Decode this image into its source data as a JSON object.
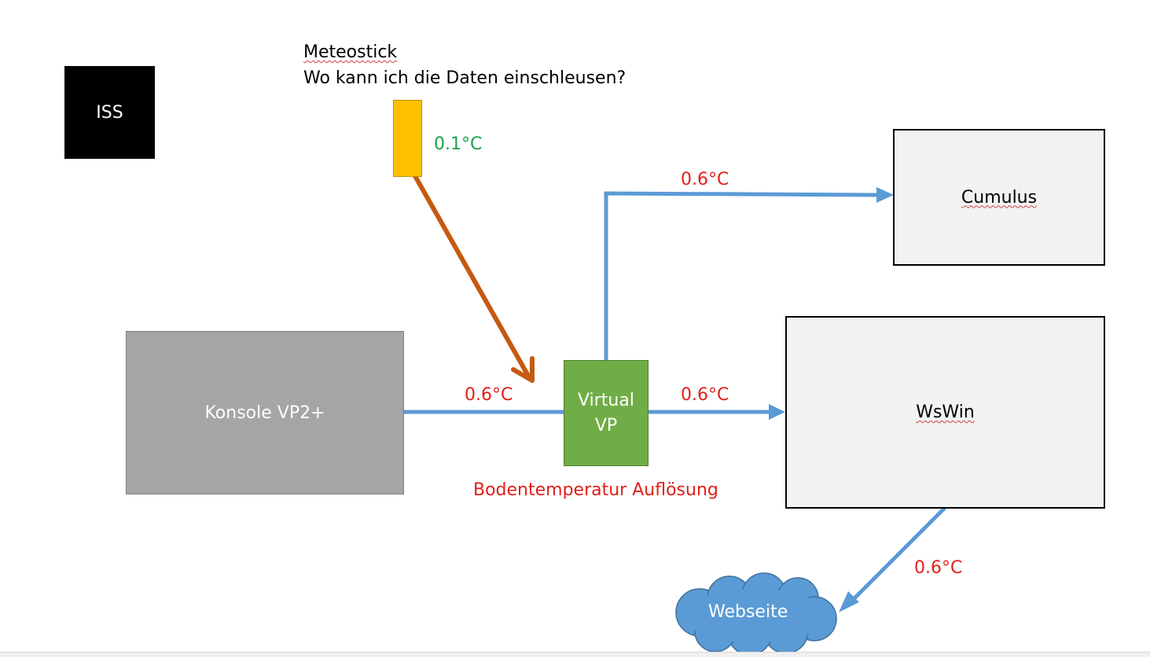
{
  "colors": {
    "connector_blue": "#5b9bd5",
    "meteostick_arrow": "#c55a11",
    "label_red": "#e0201a",
    "label_green": "#1aa14a",
    "iss_fill": "#000000",
    "konsole_fill": "#a5a5a5",
    "virtual_vp_fill": "#70ad47",
    "sensor_fill": "#ffc000",
    "app_box_fill": "#f2f2f2",
    "cloud_fill": "#5b9bd5"
  },
  "nodes": {
    "iss": "ISS",
    "meteostick_title": "Meteostick",
    "meteostick_question": "Wo kann ich die Daten einschleusen?",
    "konsole": "Konsole VP2+",
    "virtual_vp_line1": "Virtual",
    "virtual_vp_line2": "VP",
    "cumulus": "Cumulus",
    "wswin": "WsWin",
    "webseite": "Webseite"
  },
  "labels": {
    "sensor_temp": "0.1°C",
    "konsole_to_vp": "0.6°C",
    "vp_to_cumulus": "0.6°C",
    "vp_to_wswin": "0.6°C",
    "wswin_to_web": "0.6°C",
    "bodentemperatur": "Bodentemperatur Auflösung"
  }
}
